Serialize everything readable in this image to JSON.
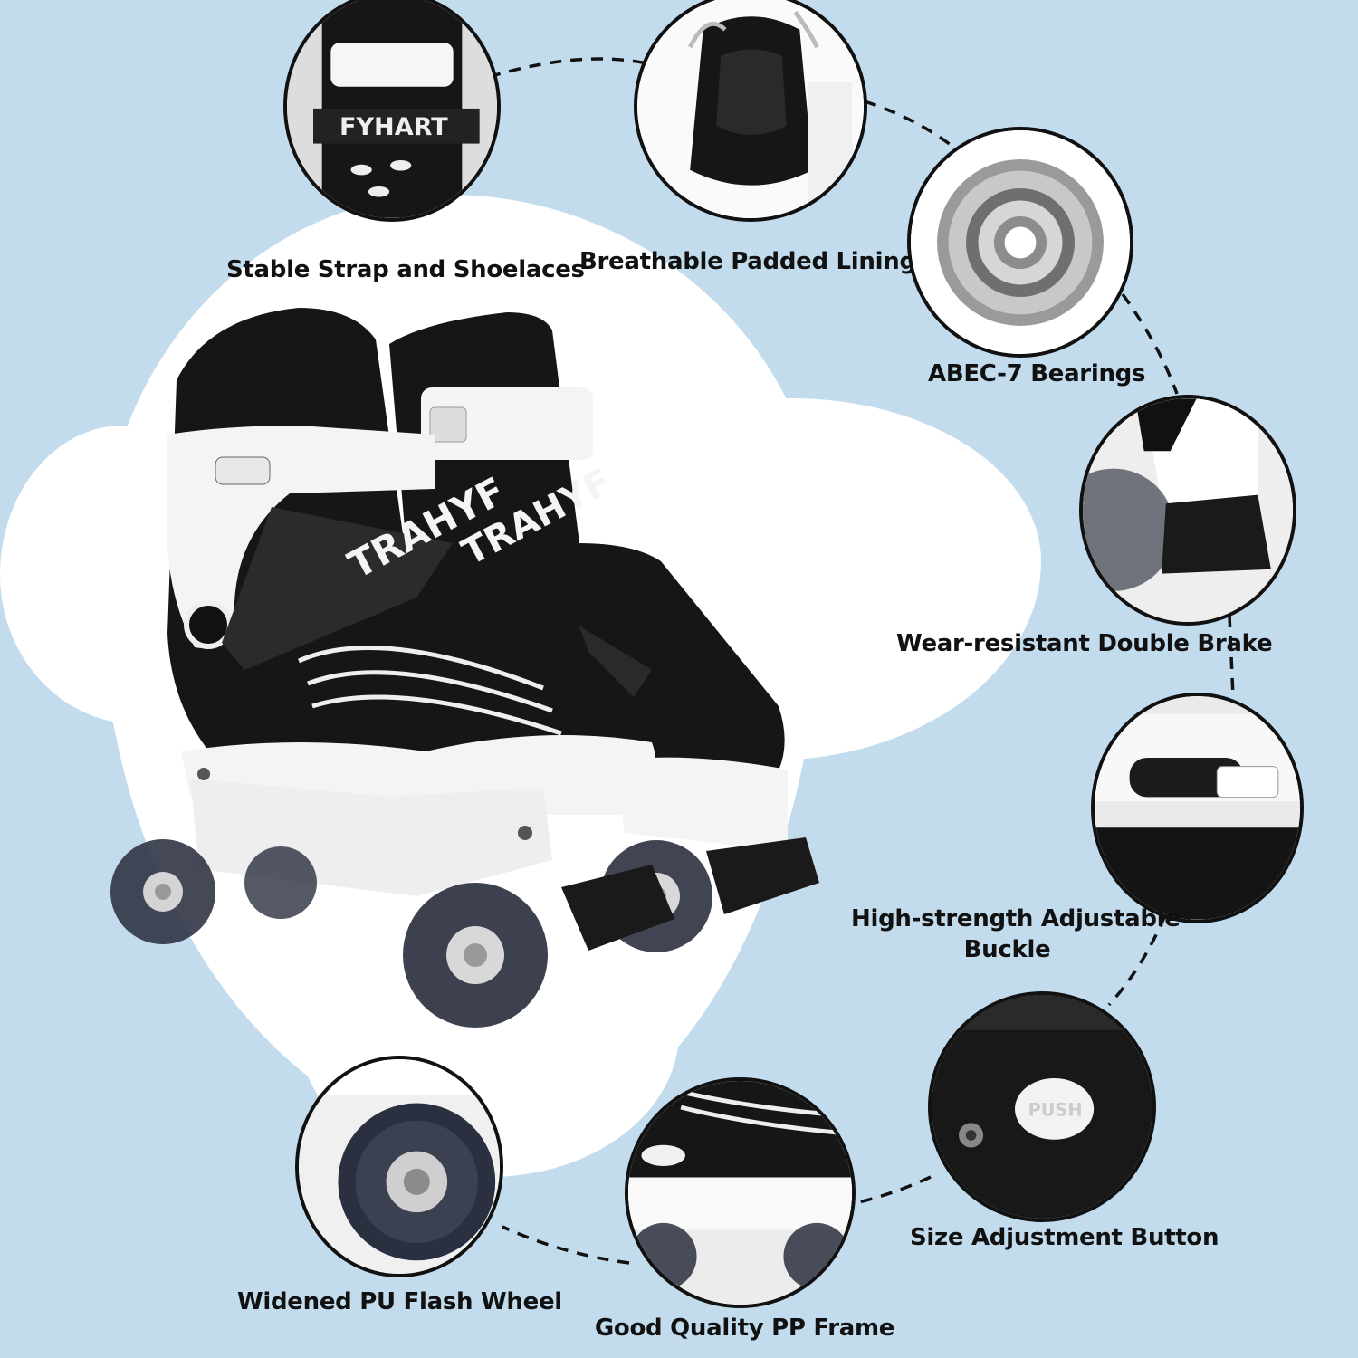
{
  "features": {
    "strap": "Stable Strap and Shoelaces",
    "lining": "Breathable Padded Lining",
    "bearings": "ABEC-7 Bearings",
    "brake": "Wear-resistant Double Brake",
    "buckle_line1": "High-strength Adjustable",
    "buckle_line2": "Buckle",
    "button": "Size Adjustment Button",
    "frame": "Good Quality PP Frame",
    "wheel": "Widened PU Flash Wheel"
  },
  "skate_text": {
    "brand": "FYHART",
    "velcro_left": "TRAHYF",
    "velcro_right": "TRAHYF",
    "push_label": "PUSH"
  },
  "colors": {
    "background": "#c2dced",
    "blob": "#ffffff",
    "outline": "#111111",
    "skate_black": "#161616",
    "skate_white": "#f4f4f4",
    "wheel": "#2b3040"
  }
}
